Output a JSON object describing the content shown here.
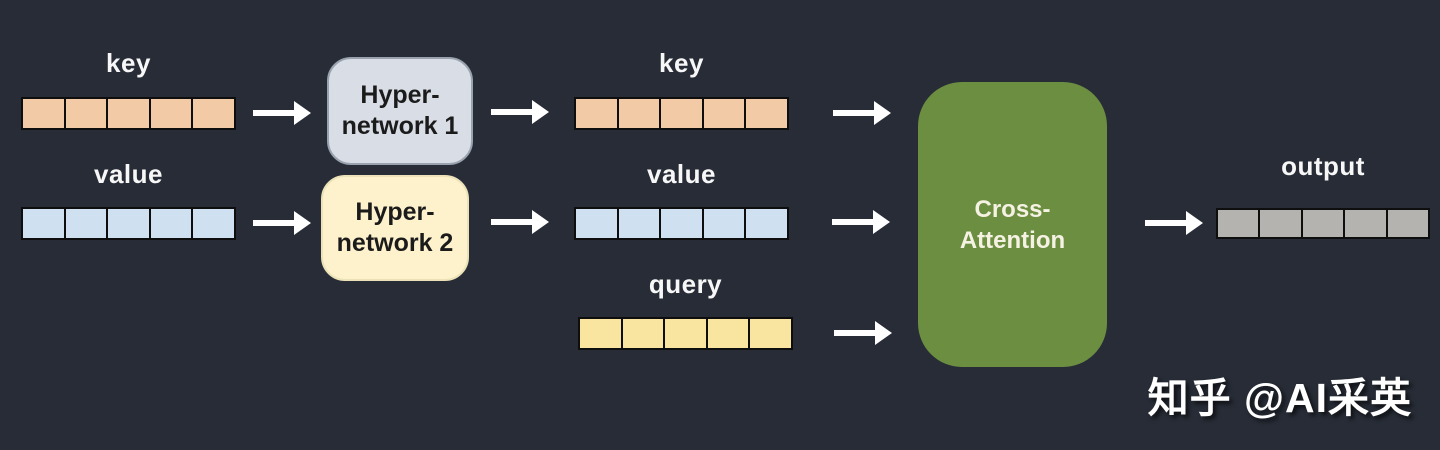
{
  "colors": {
    "background": "#272c36",
    "key_cell": "#f2cba6",
    "value_cell": "#cfe1f0",
    "query_cell": "#f9e5a0",
    "output_cell": "#b5b3b0",
    "cell_border": "#0e0e0e",
    "hypernetwork1_fill": "#d9dee6",
    "hypernetwork2_fill": "#fdf2cc",
    "cross_attention_fill": "#6b8e41",
    "arrow": "#ffffff"
  },
  "left_inputs": {
    "key": {
      "label": "key",
      "cells": 5,
      "color": "#f2cba6"
    },
    "value": {
      "label": "value",
      "cells": 5,
      "color": "#cfe1f0"
    }
  },
  "hypernetworks": [
    {
      "label": "Hyper-network 1",
      "lines": [
        "Hyper-",
        "network 1"
      ],
      "fill": "#d9dee6"
    },
    {
      "label": "Hyper-network 2",
      "lines": [
        "Hyper-",
        "network 2"
      ],
      "fill": "#fdf2cc"
    }
  ],
  "middle_inputs": {
    "key": {
      "label": "key",
      "cells": 5,
      "color": "#f2cba6"
    },
    "value": {
      "label": "value",
      "cells": 5,
      "color": "#cfe1f0"
    },
    "query": {
      "label": "query",
      "cells": 5,
      "color": "#f9e5a0"
    }
  },
  "cross_attention": {
    "label": "Cross-Attention",
    "lines": [
      "Cross-",
      "Attention"
    ],
    "fill": "#6b8e41"
  },
  "output": {
    "label": "output",
    "cells": 5,
    "color": "#b5b3b0"
  },
  "watermark": "知乎 @AI采英"
}
